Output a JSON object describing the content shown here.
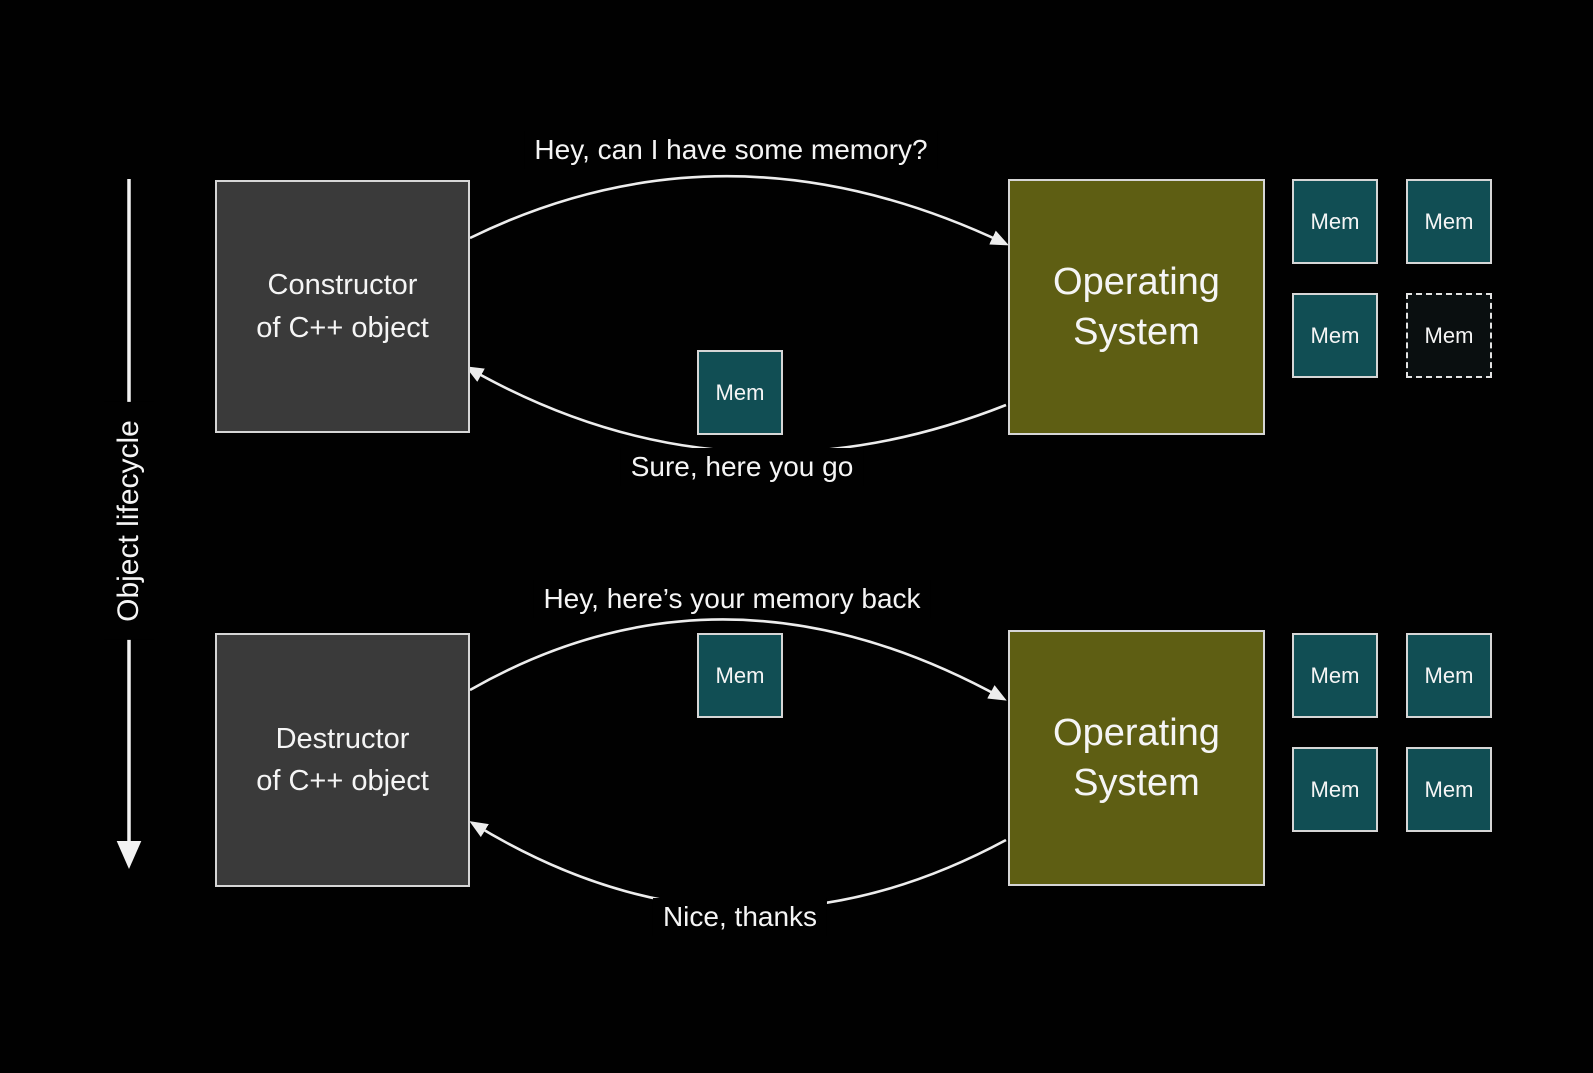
{
  "canvas": {
    "background": "#010101"
  },
  "lifecycle": {
    "label": "Object lifecycle"
  },
  "colors": {
    "actor_box": "#3a3a3a",
    "os_box": "#5e5e13",
    "mem_box": "#114e54",
    "mem_box_empty": "#0a0f10",
    "border": "#d6d6d6",
    "arrow": "#ededed",
    "text": "#f5f5f5"
  },
  "top_flow": {
    "actor": {
      "line1": "Constructor",
      "line2": "of C++ object"
    },
    "os": {
      "line1": "Operating",
      "line2": "System"
    },
    "request_label": "Hey, can I have some memory?",
    "response_label": "Sure, here you go",
    "transfer_block": {
      "label": "Mem"
    },
    "os_blocks": [
      {
        "label": "Mem",
        "state": "solid"
      },
      {
        "label": "Mem",
        "state": "solid"
      },
      {
        "label": "Mem",
        "state": "solid"
      },
      {
        "label": "Mem",
        "state": "granted-away-dashed"
      }
    ]
  },
  "bottom_flow": {
    "actor": {
      "line1": "Destructor",
      "line2": "of C++ object"
    },
    "os": {
      "line1": "Operating",
      "line2": "System"
    },
    "request_label": "Hey, here’s your memory back",
    "response_label": "Nice, thanks",
    "transfer_block": {
      "label": "Mem"
    },
    "os_blocks": [
      {
        "label": "Mem",
        "state": "solid"
      },
      {
        "label": "Mem",
        "state": "solid"
      },
      {
        "label": "Mem",
        "state": "solid"
      },
      {
        "label": "Mem",
        "state": "solid"
      }
    ]
  }
}
